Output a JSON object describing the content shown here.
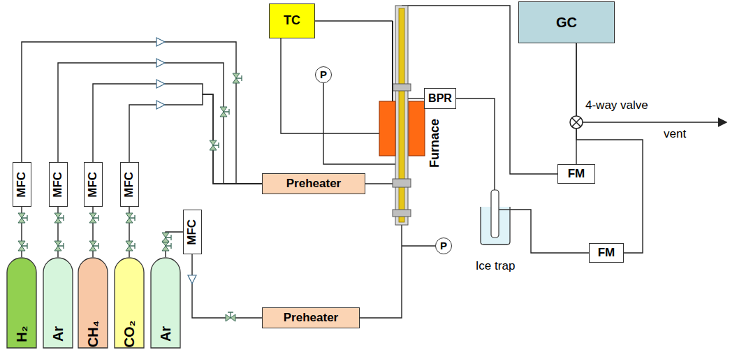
{
  "diagram": {
    "nodes": [
      {
        "text": [
          "TC"
        ]
      },
      {
        "text": [
          "GC"
        ]
      },
      {
        "text": [
          "MFC"
        ]
      },
      {
        "text": [
          "MFC"
        ]
      },
      {
        "text": [
          "MFC"
        ]
      },
      {
        "text": [
          "MFC"
        ]
      },
      {
        "text": [
          "P"
        ]
      },
      {
        "text": [
          "BPR"
        ]
      },
      {
        "text": [
          "Preheater"
        ]
      },
      {
        "text": [
          "FM"
        ]
      },
      {
        "text": [
          "FM"
        ]
      },
      {
        "text": [
          "MFC"
        ]
      },
      {
        "text": [
          "P"
        ]
      },
      {
        "text": [
          "Preheater"
        ]
      },
      {
        "text": [
          "H₂"
        ]
      },
      {
        "text": [
          "Ar"
        ]
      },
      {
        "text": [
          "CH₄"
        ]
      },
      {
        "text": [
          "CO₂"
        ]
      },
      {
        "text": [
          "Ar"
        ]
      },
      {
        "text": [
          "Furnace"
        ]
      },
      {
        "text": [
          "Ice trap"
        ]
      }
    ],
    "edges": [
      {
        "from": 14,
        "to": 2,
        "arrow": "none"
      },
      {
        "from": 15,
        "to": 3,
        "arrow": "none"
      },
      {
        "from": 16,
        "to": 4,
        "arrow": "none"
      },
      {
        "from": 17,
        "to": 5,
        "arrow": "none"
      },
      {
        "from": 18,
        "to": 11,
        "arrow": "none"
      },
      {
        "from": 2,
        "to": 8,
        "arrow": "none"
      },
      {
        "from": 3,
        "to": 8,
        "arrow": "none"
      },
      {
        "from": 4,
        "to": 8,
        "arrow": "none"
      },
      {
        "from": 5,
        "to": 8,
        "arrow": "none"
      },
      {
        "from": 11,
        "to": 13,
        "arrow": "none"
      },
      {
        "from": 8,
        "to": 19,
        "arrow": "none"
      },
      {
        "from": 13,
        "to": 19,
        "arrow": "none"
      },
      {
        "from": 0,
        "to": 19,
        "arrow": "none"
      },
      {
        "from": 0,
        "to": 19,
        "arrow": "none"
      },
      {
        "from": 6,
        "to": 19,
        "arrow": "none"
      },
      {
        "from": 12,
        "to": 19,
        "arrow": "none"
      },
      {
        "from": 19,
        "to": 7,
        "arrow": "none"
      },
      {
        "from": 7,
        "to": 20,
        "arrow": "none"
      },
      {
        "from": 19,
        "to": 9,
        "arrow": "none"
      },
      {
        "from": 20,
        "to": 10,
        "arrow": "none"
      },
      {
        "from": 9,
        "to": 1,
        "arrow": "none"
      },
      {
        "from": 10,
        "to": 1,
        "arrow": "none"
      }
    ],
    "labels": [
      "4-way valve",
      "vent"
    ]
  }
}
